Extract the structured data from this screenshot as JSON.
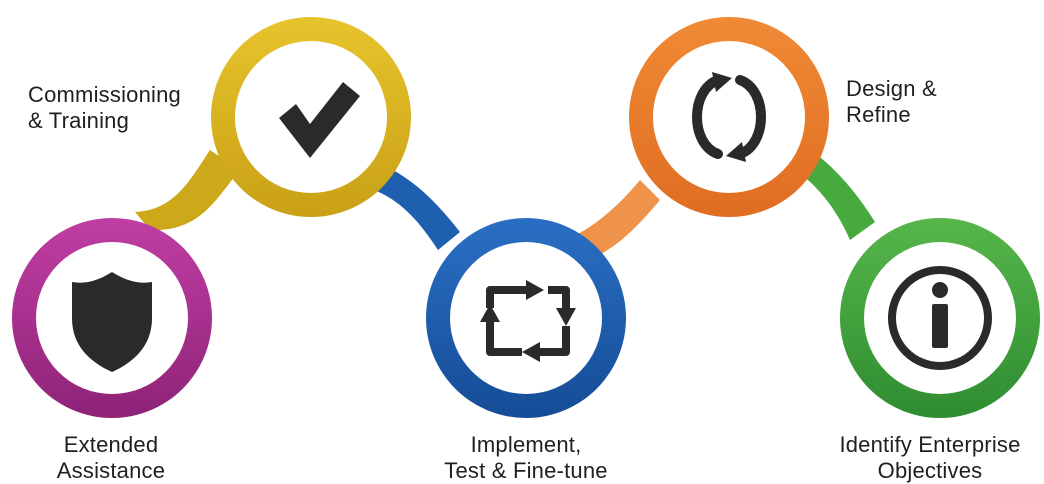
{
  "colors": {
    "purple": "#a8308e",
    "yellow": "#d8b21c",
    "blue": "#1e5fb0",
    "orange": "#ec7f2c",
    "green": "#3ea13d",
    "icon": "#2a2a2a"
  },
  "steps": [
    {
      "id": "extended-assistance",
      "lines": [
        "Extended",
        "Assistance"
      ],
      "icon": "shield-icon",
      "color": "purple"
    },
    {
      "id": "commissioning-training",
      "lines": [
        "Commissioning",
        "& Training"
      ],
      "icon": "checkmark-icon",
      "color": "yellow"
    },
    {
      "id": "implement-test",
      "lines": [
        "Implement,",
        "Test & Fine-tune"
      ],
      "icon": "cycle-arrows-icon",
      "color": "blue"
    },
    {
      "id": "design-refine",
      "lines": [
        "Design &",
        "Refine"
      ],
      "icon": "refresh-icon",
      "color": "orange"
    },
    {
      "id": "identify-objectives",
      "lines": [
        "Identify Enterprise",
        "Objectives"
      ],
      "icon": "info-icon",
      "color": "green"
    }
  ]
}
